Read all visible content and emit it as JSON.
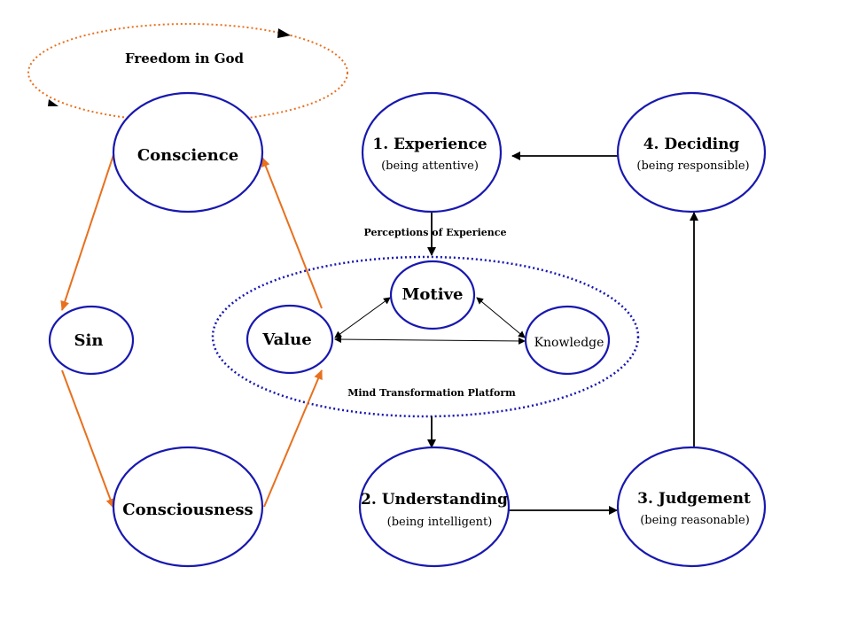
{
  "colors": {
    "node_stroke": "#1818b0",
    "orange": "#e8701e",
    "arrow": "#000000"
  },
  "labels": {
    "freedom": "Freedom in God",
    "conscience": "Conscience",
    "sin": "Sin",
    "consciousness": "Consciousness",
    "value": "Value",
    "motive": "Motive",
    "knowledge": "Knowledge",
    "perceptions": "Perceptions of Experience",
    "platform": "Mind Transformation Platform",
    "experience_title": "1. Experience",
    "experience_sub": "(being attentive)",
    "understanding_title": "2. Understanding",
    "understanding_sub": "(being intelligent)",
    "judgement_title": "3. Judgement",
    "judgement_sub": "(being reasonable)",
    "deciding_title": "4. Deciding",
    "deciding_sub": "(being responsible)"
  }
}
